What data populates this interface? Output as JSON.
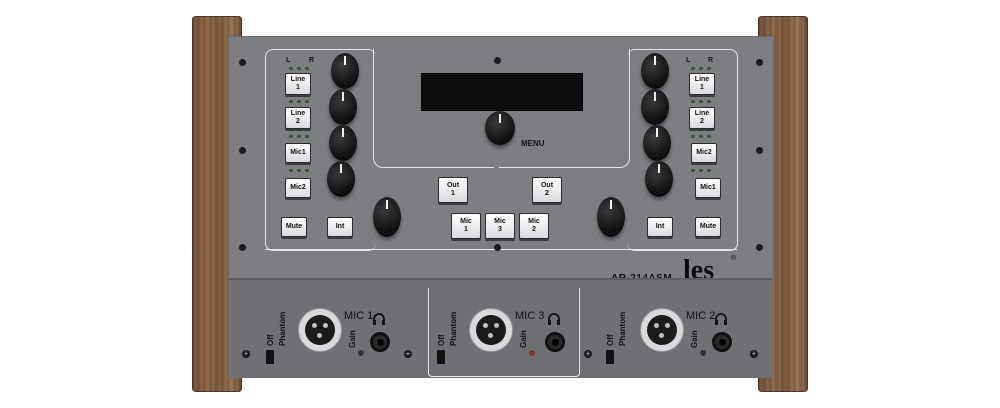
{
  "device": {
    "model": "AR-214ASM",
    "brand": "les",
    "brand_mark": "®",
    "menu_label": "MENU",
    "display_color": "#0d0d0e",
    "panel_color": "#7d7e82",
    "wood_color": "#7d5a3e"
  },
  "left_strip": {
    "lr_labels": [
      "L",
      "R"
    ],
    "buttons": [
      "Line\n1",
      "Line\n2",
      "Mic1",
      "Mic2",
      "Mute",
      "Int"
    ]
  },
  "right_strip": {
    "lr_labels": [
      "L",
      "R"
    ],
    "buttons": [
      "Line\n1",
      "Line\n2",
      "Mic2",
      "Mic1",
      "Int",
      "Mute"
    ]
  },
  "center": {
    "out_buttons": [
      "Out\n1",
      "Out\n2"
    ],
    "mic_buttons": [
      "Mic\n1",
      "Mic\n3",
      "Mic\n2"
    ]
  },
  "front": {
    "sections": [
      {
        "title": "MIC 1",
        "off": "Off",
        "phantom": "Phantom",
        "gain": "Gain"
      },
      {
        "title": "MIC 3",
        "off": "Off",
        "phantom": "Phantom",
        "gain": "Gain"
      },
      {
        "title": "MIC 2",
        "off": "Off",
        "phantom": "Phantom",
        "gain": "Gain"
      }
    ]
  }
}
